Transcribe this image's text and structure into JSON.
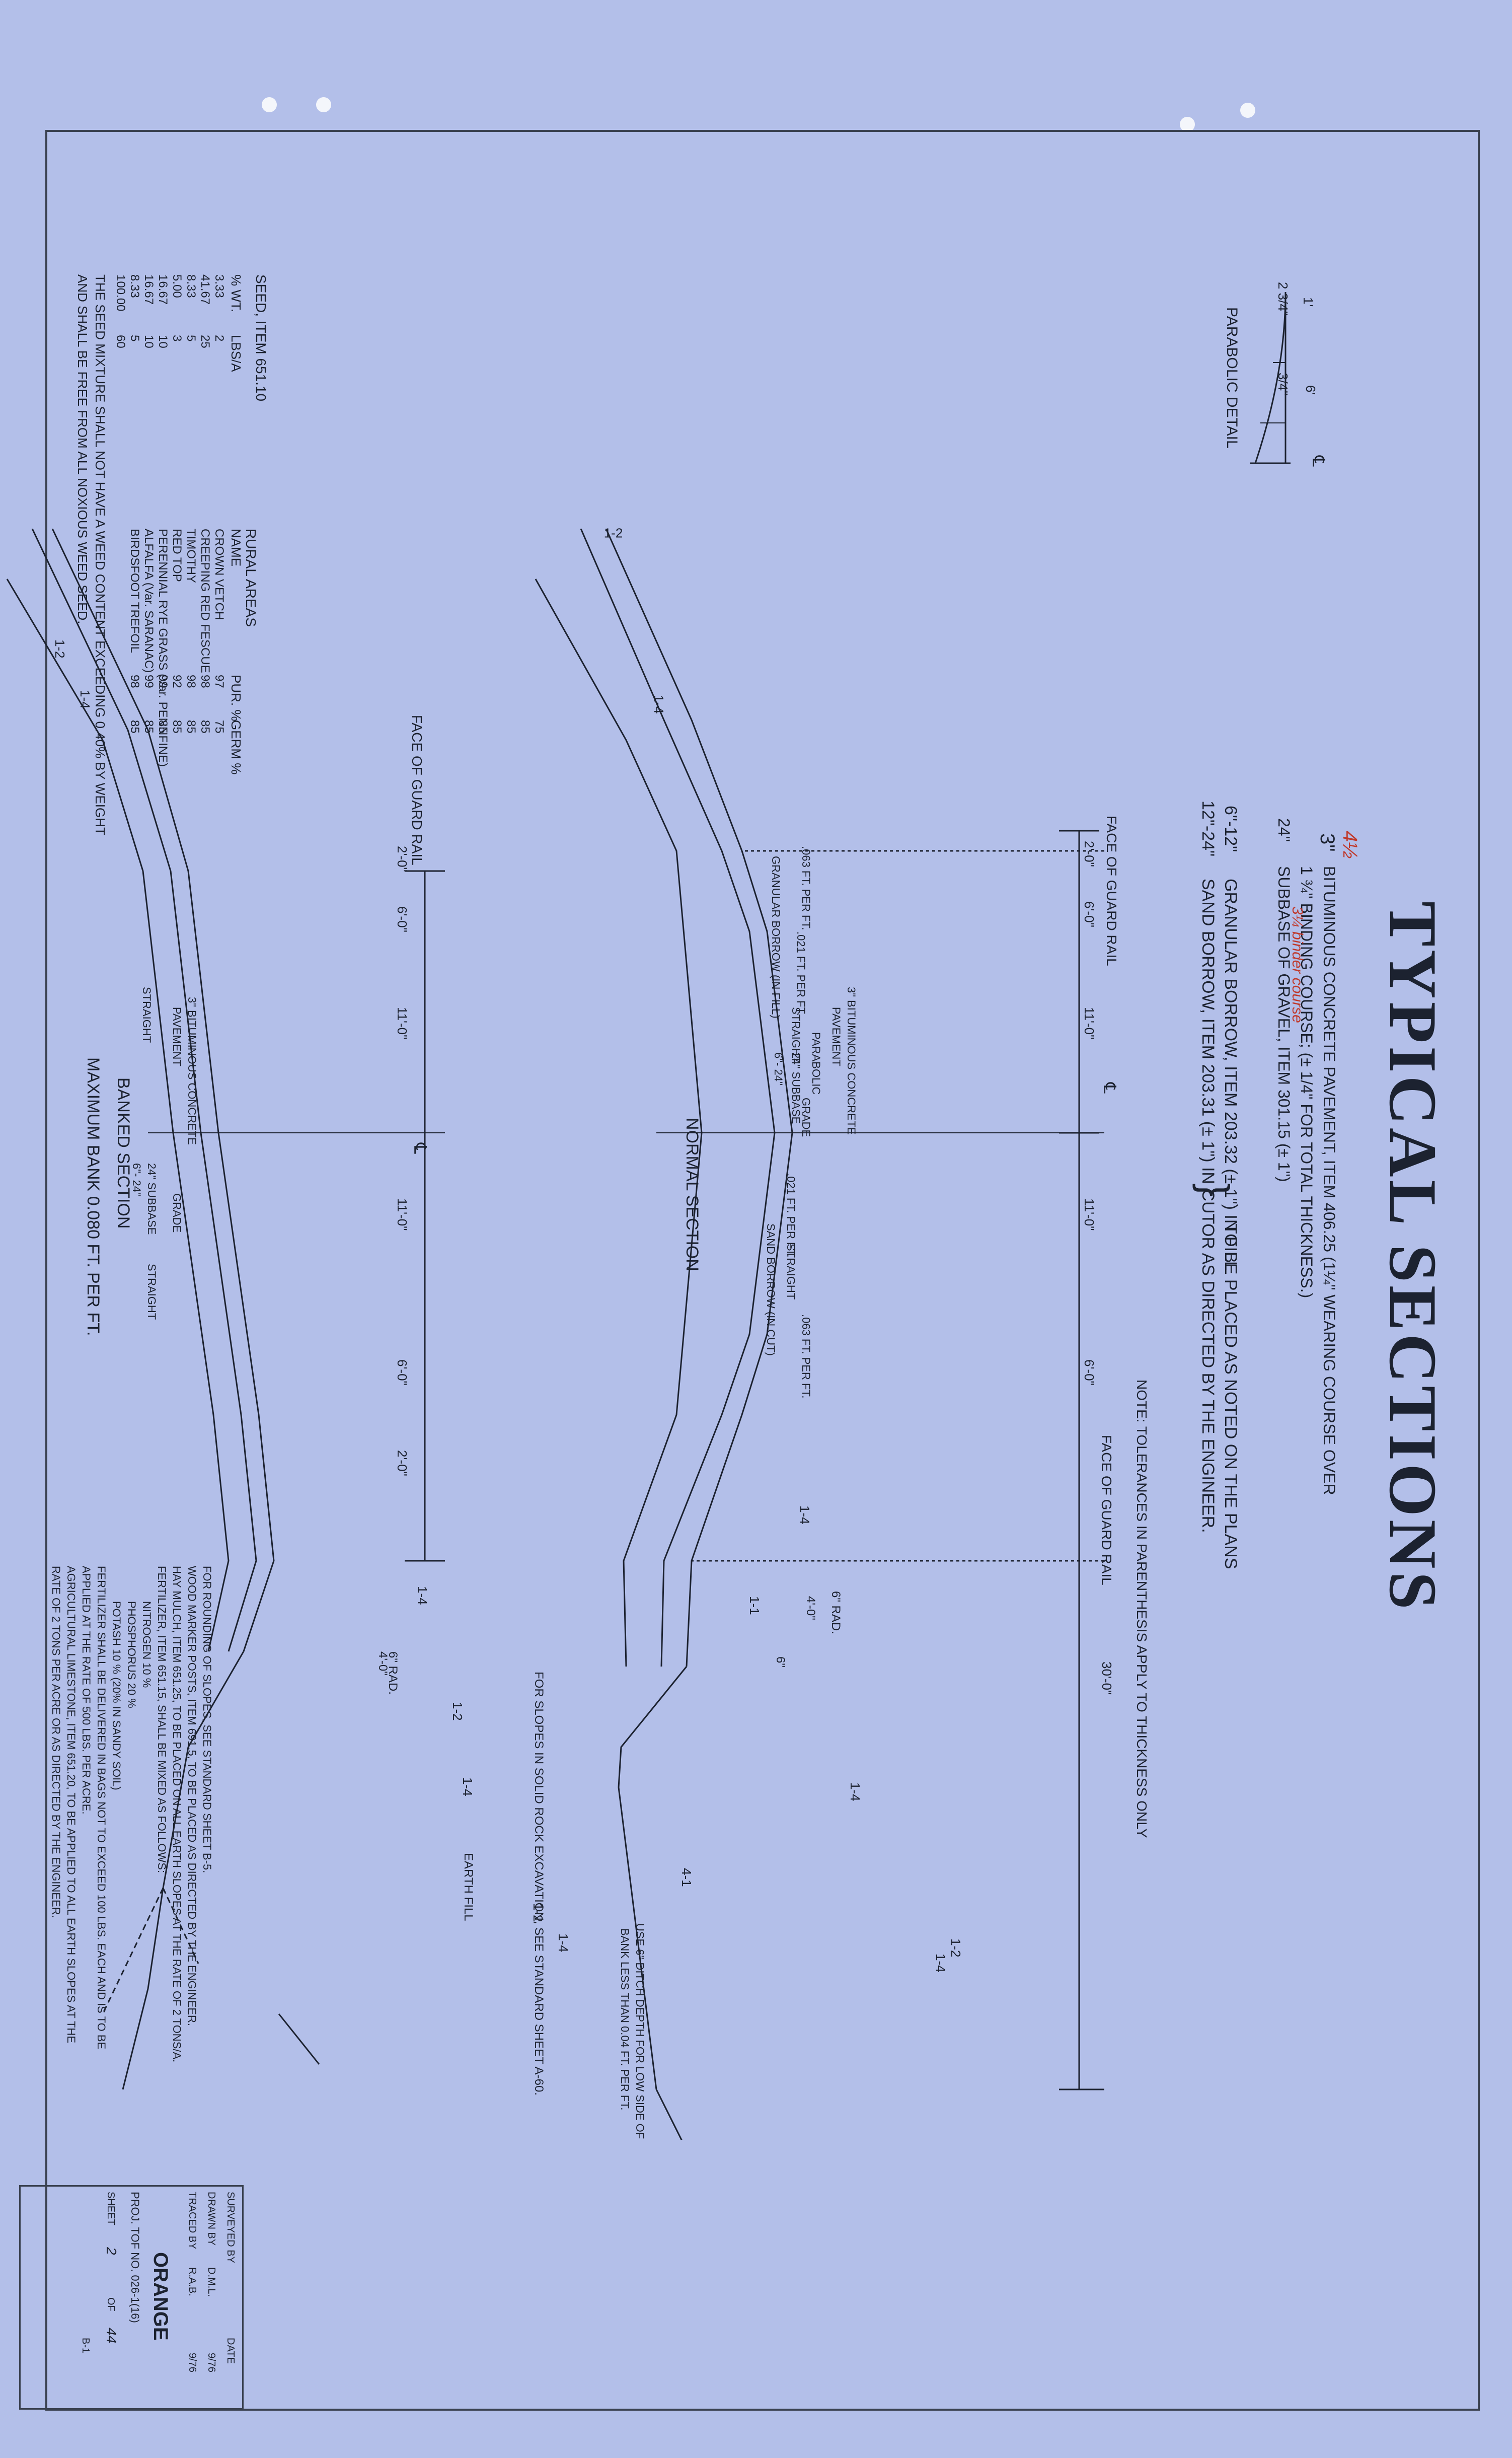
{
  "title": "TYPICAL SECTIONS",
  "materials": {
    "line1_thick": "3\"",
    "line1_handwritten": "4½",
    "line1_text": "BITUMINOUS CONCRETE PAVEMENT, ITEM 406.25 (1¼\" WEARING COURSE OVER",
    "line2_text": "1 ¾\" BINDING COURSE; (± 1/4\" FOR TOTAL THICKNESS.)",
    "line2_handwritten": "3¼ binder course",
    "line3_thick": "24\"",
    "line3_text": "SUBBASE OF GRAVEL, ITEM 301.15 (± 1\")",
    "line4_thick": "6\"-12\"",
    "line4_text": "GRANULAR BORROW, ITEM 203.32 (± 1\") IN FILL",
    "line5_thick": "12\"-24\"",
    "line5_text": "SAND BORROW, ITEM 203.31 (± 1\") IN CUT",
    "placement_1": "TO BE PLACED AS NOTED ON THE PLANS",
    "placement_2": "OR AS DIRECTED BY THE ENGINEER.",
    "note": "NOTE: TOLERANCES IN PARENTHESIS APPLY TO THICKNESS ONLY"
  },
  "parabolic_detail": {
    "title": "PARABOLIC DETAIL",
    "d1": "1'",
    "d2": "2 3/4\"",
    "d3": "6'",
    "d4": "3/4\"",
    "cl": "℄"
  },
  "seed": {
    "title": "SEED, ITEM 651.10",
    "subtitle": "RURAL AREAS",
    "headers": [
      "% WT.",
      "LBS/A",
      "NAME",
      "PUR. %",
      "GERM %"
    ],
    "rows": [
      [
        "3.33",
        "2",
        "CROWN VETCH",
        "97",
        "75"
      ],
      [
        "41.67",
        "25",
        "CREEPING RED FESCUE",
        "98",
        "85"
      ],
      [
        "8.33",
        "5",
        "TIMOTHY",
        "98",
        "85"
      ],
      [
        "5.00",
        "3",
        "RED TOP",
        "92",
        "85"
      ],
      [
        "16.67",
        "10",
        "PERENNIAL RYE GRASS (Var. PENNFINE)",
        "99",
        "85"
      ],
      [
        "16.67",
        "10",
        "ALFALFA (Var. SARANAC)",
        "99",
        "85"
      ],
      [
        "8.33",
        "5",
        "BIRDSFOOT TREFOIL",
        "98",
        "85"
      ],
      [
        "100.00",
        "60",
        "",
        "",
        ""
      ]
    ],
    "note1": "THE SEED MIXTURE SHALL NOT HAVE A WEED CONTENT EXCEEDING 0.40% BY WEIGHT",
    "note2": "AND SHALL BE FREE FROM ALL NOXIOUS WEED SEED."
  },
  "normal_section": {
    "title": "NORMAL SECTION",
    "dims": [
      "2'-0\"",
      "6'-0\"",
      "11'-0\"",
      "11'-0\"",
      "6'-0\"",
      "30'-0\""
    ],
    "face_guard_left": "FACE OF GUARD RAIL",
    "face_guard_right": "FACE OF GUARD RAIL",
    "cl": "℄",
    "slope_left1": ".063 FT. PER FT.",
    "slope_left2": ".021 FT. PER FT.",
    "straight": "STRAIGHT",
    "granular": "GRANULAR BORROW (IN FILL)",
    "bit_label1": "3\" BITUMINOUS CONCRETE",
    "bit_label2": "PAVEMENT",
    "parabolic": "PARABOLIC",
    "subbase": "24\" SUBBASE",
    "depth": "6\"- 24\"",
    "grade": "GRADE",
    "slope_right1": ".021 FT. PER FT.",
    "straight_r": "STRAIGHT",
    "sand": "SAND BORROW (IN CUT)",
    "slope_right2": ".063 FT. PER FT.",
    "s_1_2_l": "1-2",
    "s_1_4_l": "1-4",
    "s_1_4_r": "1-4",
    "s_1_1": "1-1",
    "s_1_4_r2": "1-4",
    "s_1_2_r": "1-2",
    "s_1_4_r3": "1-4",
    "ditch1": "4'-0\"",
    "ditch2": "6\" RAD.",
    "ditch3": "6\""
  },
  "banked_section": {
    "title1": "BANKED SECTION",
    "title2": "MAXIMUM BANK 0.080 FT. PER FT.",
    "dims": [
      "2'-0\"",
      "6'-0\"",
      "11'-0\"",
      "11'-0\"",
      "6'-0\"",
      "2'-0\""
    ],
    "face_guard": "FACE OF GUARD RAIL",
    "cl": "℄",
    "straight": "STRAIGHT",
    "bit_label1": "3\" BITUMINOUS CONCRETE",
    "bit_label2": "PAVEMENT",
    "subbase": "24\" SUBBASE",
    "depth": "6\"- 24\"",
    "grade": "GRADE",
    "straight_r": "STRAIGHT",
    "s_1_2_l": "1-2",
    "s_1_4_l": "1-4",
    "s_1_4_r": "1-4",
    "s_1_2_r": "1-2",
    "s_1_4_r2": "1-4",
    "s_1_2_r2": "1-2",
    "s_1_4_r3": "1-4",
    "s_4_1": "4-1",
    "earth_fill": "EARTH FILL",
    "ditch1": "4'-0\"",
    "ditch2": "6\" RAD."
  },
  "notes": {
    "rock": "FOR SLOPES IN SOLID ROCK EXCAVATION, SEE STANDARD SHEET A-60.",
    "ditch1": "USE 6\" DITCH DEPTH FOR LOW SIDE OF",
    "ditch2": "BANK LESS THAN 0.04 FT. PER FT.",
    "n1": "FOR ROUNDING OF SLOPES, SEE STANDARD SHEET B-5.",
    "n2": "WOOD MARKER POSTS, ITEM 691.5, TO BE PLACED AS DIRECTED BY THE ENGINEER.",
    "n3": "HAY MULCH, ITEM 651.25, TO BE PLACED ON ALL EARTH SLOPES AT THE RATE OF 2 TONS/A.",
    "n4": "FERTILIZER, ITEM 651.15, SHALL BE MIXED AS FOLLOWS:",
    "n5": "NITROGEN          10 %",
    "n6": "PHOSPHORUS        20 %",
    "n7": "POTASH            10 %   (20% IN SANDY SOIL)",
    "n8": "FERTILIZER SHALL BE DELIVERED IN BAGS NOT TO EXCEED 100 LBS. EACH AND IS TO BE",
    "n9": "APPLIED AT THE RATE OF 500 LBS. PER ACRE.",
    "n10": "AGRICULTURAL LIMESTONE, ITEM 651.20, TO BE APPLIED TO ALL EARTH SLOPES AT THE",
    "n11": "RATE OF 2 TONS PER ACRE OR AS DIRECTED BY THE ENGINEER."
  },
  "title_block": {
    "surveyed": "SURVEYED BY",
    "drawn": "DRAWN BY",
    "drawn_val": "D.M.L.",
    "traced": "TRACED BY",
    "traced_val": "R.A.B.",
    "date_label": "DATE",
    "date1": "9/76",
    "date2": "9/76",
    "county": "ORANGE",
    "proj": "PROJ. TOF NO. 026-1(16)",
    "sheet_label": "SHEET",
    "sheet_no": "2",
    "of": "OF",
    "total": "44",
    "code": "B-1"
  }
}
